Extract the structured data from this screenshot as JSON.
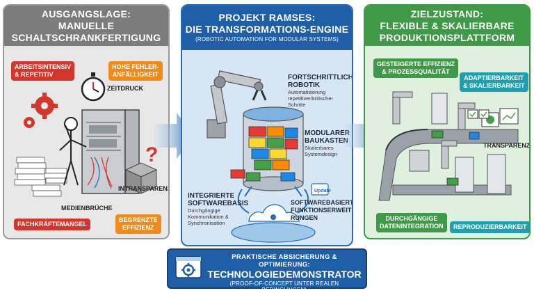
{
  "left": {
    "title_line1": "AUSGANGSLAGE:",
    "title_line2": "MANUELLE",
    "title_line3": "SCHALTSCHRANKFERTIGUNG",
    "tag_work_l1": "ARBEITSINTENSIV",
    "tag_work_l2": "& REPETITIV",
    "tag_error_l1": "HOHE FEHLER-",
    "tag_error_l2": "ANFÄLLIGKEIT",
    "label_time": "ZEITDRUCK",
    "label_intrans": "INTRANSPARENZ",
    "label_media": "MEDIENBRÜCHE",
    "tag_skill": "FACHKRÄFTEMANGEL",
    "tag_eff_l1": "BEGRENZTE",
    "tag_eff_l2": "EFFIZIENZ",
    "colors": {
      "red": "#d3362b",
      "orange": "#ef8a1b"
    }
  },
  "middle": {
    "title_line1": "PROJEKT RAMSES:",
    "title_line2": "DIE TRANSFORMATIONS-ENGINE",
    "title_sub": "(ROBOTIC AUTOMATION FOR MODULAR SYSTEMS)",
    "robot_title_l1": "FORTSCHRITTLICHE",
    "robot_title_l2": "ROBOTIK",
    "robot_desc_l1": "Automatisierung",
    "robot_desc_l2": "repetitiver/kritischer",
    "robot_desc_l3": "Schritte",
    "kit_title_l1": "MODULARER",
    "kit_title_l2": "BAUKASTEN",
    "kit_desc_l1": "Skalierbares",
    "kit_desc_l2": "Systemdesign",
    "sw_title_l1": "INTEGRIERTE",
    "sw_title_l2": "SOFTWAREBASIS",
    "sw_desc_l1": "Durchgängige",
    "sw_desc_l2": "Kommunikation &",
    "sw_desc_l3": "Synchronisation",
    "update_label": "Update",
    "ext_title_l1": "SOFTWAREBASIERTE",
    "ext_title_l2": "FUNKTIONSERWEITE-",
    "ext_title_l3": "RUNGEN"
  },
  "right": {
    "title_line1": "ZIELZUSTAND:",
    "title_line2": "FLEXIBLE & SKALIERBARE",
    "title_line3": "PRODUKTIONSPLATTFORM",
    "tag_eff_l1": "GESTEIGERTE EFFIZIENZ",
    "tag_eff_l2": "& PROZESSQUALITÄT",
    "tag_adapt_l1": "ADAPTIERBARKEIT",
    "tag_adapt_l2": "& SKALIERBARKEIT",
    "label_transp": "TRANSPARENZ",
    "tag_data_l1": "DURCHGÄNGIGE",
    "tag_data_l2": "DATENINTEGRATION",
    "tag_repro": "REPRODUZIERBARKEIT",
    "colors": {
      "green": "#3e9a47",
      "teal": "#1ea0ae"
    }
  },
  "bottom": {
    "line1": "PRAKTISCHE ABSICHERUNG & OPTIMIERUNG:",
    "line2": "TECHNOLOGIEDEMONSTRATOR",
    "line3": "(PROOF-OF-CONCEPT UNTER REALEN BEDINGUNGEN)"
  },
  "icons": [
    "gear-icon",
    "stopwatch-icon",
    "question-box-icon",
    "robot-arm-icon",
    "cloud-icon",
    "update-box-icon",
    "dashboard-icon",
    "flow-arrow-icon",
    "demonstrator-icon"
  ]
}
